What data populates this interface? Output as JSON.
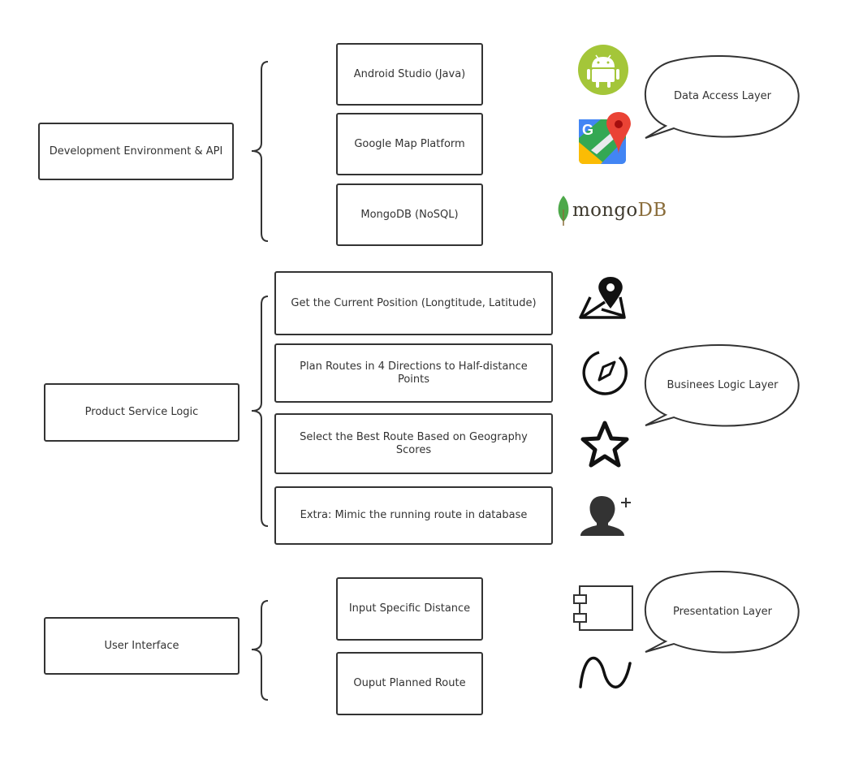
{
  "groups": [
    {
      "label": "Development Environment & API",
      "items": [
        "Android Studio (Java)",
        "Google Map Platform",
        "MongoDB (NoSQL)"
      ]
    },
    {
      "label": "Product Service Logic",
      "items": [
        "Get the Current Position (Longtitude, Latitude)",
        "Plan Routes in 4 Directions to Half-distance Points",
        "Select the Best Route Based on Geography Scores",
        "Extra: Mimic the running route in database"
      ]
    },
    {
      "label": "User Interface",
      "items": [
        "Input Specific Distance",
        "Ouput Planned Route"
      ]
    }
  ],
  "layers": [
    "Data Access Layer",
    "Businees Logic Layer",
    "Presentation Layer"
  ],
  "logos": {
    "google_maps_letter": "G",
    "mongodb_prefix": "mongo",
    "mongodb_suffix": "DB"
  },
  "icons": {
    "android": "android-logo-icon",
    "google_maps": "google-maps-logo-icon",
    "mongodb": "mongodb-leaf-icon",
    "map_pin": "map-pin-icon",
    "compass": "compass-icon",
    "star": "star-icon",
    "add_user": "add-user-icon",
    "component": "component-icon",
    "wave": "sine-wave-icon"
  },
  "colors": {
    "stroke": "#333333",
    "android_green": "#a4c639",
    "maps_red": "#ea4335",
    "maps_green": "#34a853",
    "maps_blue": "#4285f4",
    "maps_yellow": "#fbbc04",
    "mongo_leaf": "#4da84a",
    "mongo_text": "#3f3a2e",
    "mongo_db_text": "#8a6d3b"
  }
}
